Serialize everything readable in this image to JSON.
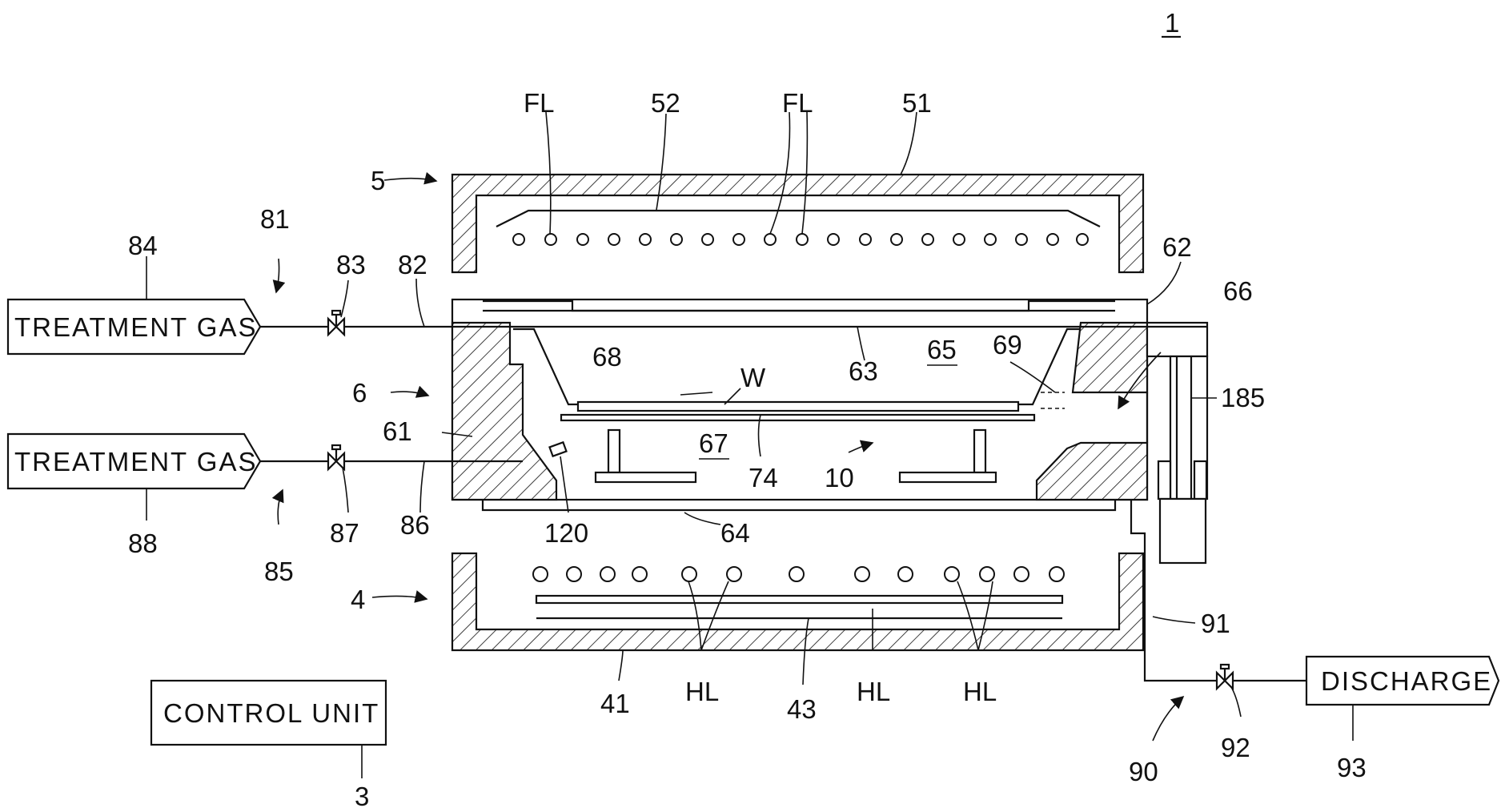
{
  "figure": {
    "figure_number": "1",
    "boxes": {
      "treatment_gas_top": "TREATMENT GAS",
      "treatment_gas_bottom": "TREATMENT GAS",
      "control_unit": "CONTROL UNIT",
      "discharge": "DISCHARGE"
    },
    "labels": {
      "fl_left": "FL",
      "n52": "52",
      "fl_right": "FL",
      "n51": "51",
      "n5": "5",
      "n84": "84",
      "n81": "81",
      "n83": "83",
      "n82": "82",
      "n62": "62",
      "n66": "66",
      "n68": "68",
      "n63": "63",
      "n65": "65",
      "n69": "69",
      "n6": "6",
      "w": "W",
      "n185": "185",
      "n61": "61",
      "n67": "67",
      "n74": "74",
      "n10": "10",
      "n88": "88",
      "n87": "87",
      "n86": "86",
      "n120": "120",
      "n64": "64",
      "n85": "85",
      "n4": "4",
      "n91": "91",
      "n41": "41",
      "hl_left": "HL",
      "n43": "43",
      "hl_mid": "HL",
      "hl_right": "HL",
      "n92": "92",
      "n93": "93",
      "n90": "90",
      "n3": "3"
    }
  }
}
